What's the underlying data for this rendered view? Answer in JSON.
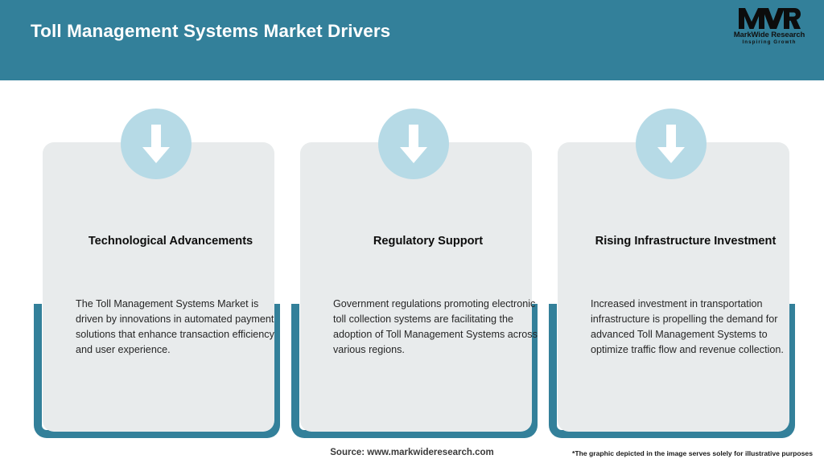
{
  "header": {
    "title": "Toll Management Systems Market Drivers",
    "background_color": "#33809a",
    "title_color": "#ffffff"
  },
  "logo": {
    "mark": "MWR",
    "name": "MarkWide Research",
    "tagline": "Inspiring Growth"
  },
  "cards": [
    {
      "icon": "arrow-down-icon",
      "heading": "Technological Advancements",
      "body": "The Toll Management Systems Market is driven by innovations in automated payment solutions that enhance transaction efficiency and user experience."
    },
    {
      "icon": "arrow-down-icon",
      "heading": "Regulatory Support",
      "body": "Government regulations promoting electronic toll collection systems are facilitating the adoption of Toll Management Systems across various regions."
    },
    {
      "icon": "arrow-down-icon",
      "heading": "Rising Infrastructure Investment",
      "body": "Increased investment in transportation infrastructure is propelling the demand for advanced Toll Management Systems to optimize traffic flow and revenue collection."
    }
  ],
  "footer": {
    "source": "Source: www.markwideresearch.com",
    "disclaimer": "*The graphic depicted in the image serves solely for illustrative purposes"
  },
  "colors": {
    "teal": "#33809a",
    "card_gray": "#e8ebec",
    "circle_blue": "#b6dae6",
    "white": "#ffffff"
  }
}
